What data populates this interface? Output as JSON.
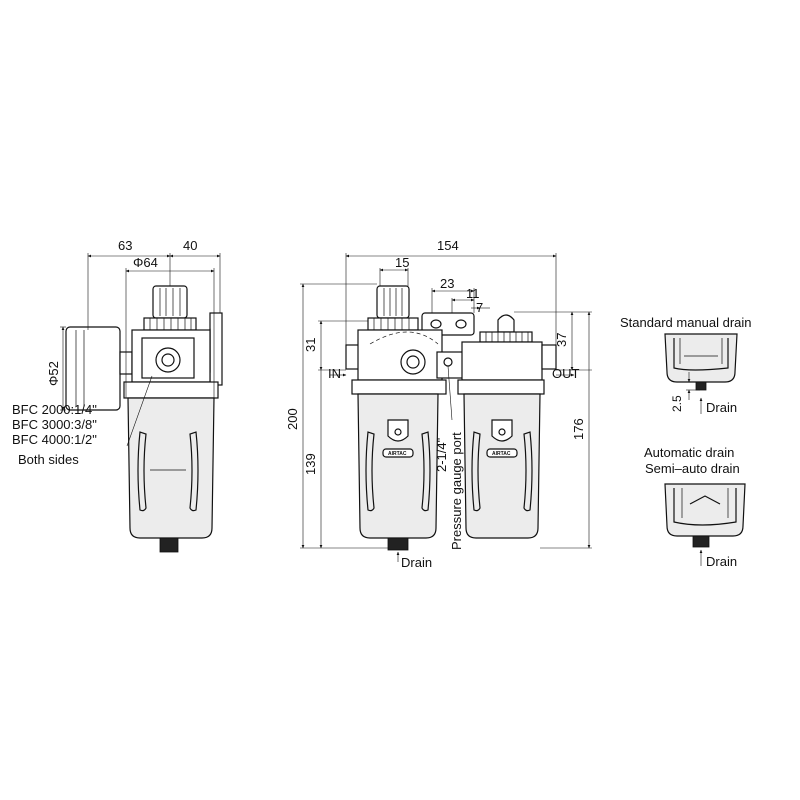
{
  "colors": {
    "line": "#111111",
    "bowl": "#ececec",
    "background": "#ffffff"
  },
  "side_view": {
    "dim_63": "63",
    "dim_40": "40",
    "dim_phi64": "Φ64",
    "dim_phi52": "Φ52",
    "port_sizes": [
      "BFC 2000:1/4\"",
      "BFC 3000:3/8\"",
      "BFC 4000:1/2\""
    ],
    "both_sides": "Both sides"
  },
  "front_view": {
    "dim_154": "154",
    "dim_15": "15",
    "dim_23": "23",
    "dim_11": "11",
    "dim_7": "7",
    "dim_31": "31",
    "dim_37": "37",
    "dim_200": "200",
    "dim_139": "139",
    "dim_176": "176",
    "label_in": "IN",
    "label_out": "OUT",
    "gauge_port": "2-1/4\"",
    "gauge_port_desc": "Pressure gauge port",
    "brand_left": "AIRTAC",
    "brand_right": "AIRTAC",
    "drain": "Drain"
  },
  "drain_types": {
    "standard_title": "Standard manual drain",
    "standard_dim": "2.5",
    "standard_drain": "Drain",
    "auto_title_1": "Automatic drain",
    "auto_title_2": "Semi–auto drain",
    "auto_drain": "Drain"
  }
}
